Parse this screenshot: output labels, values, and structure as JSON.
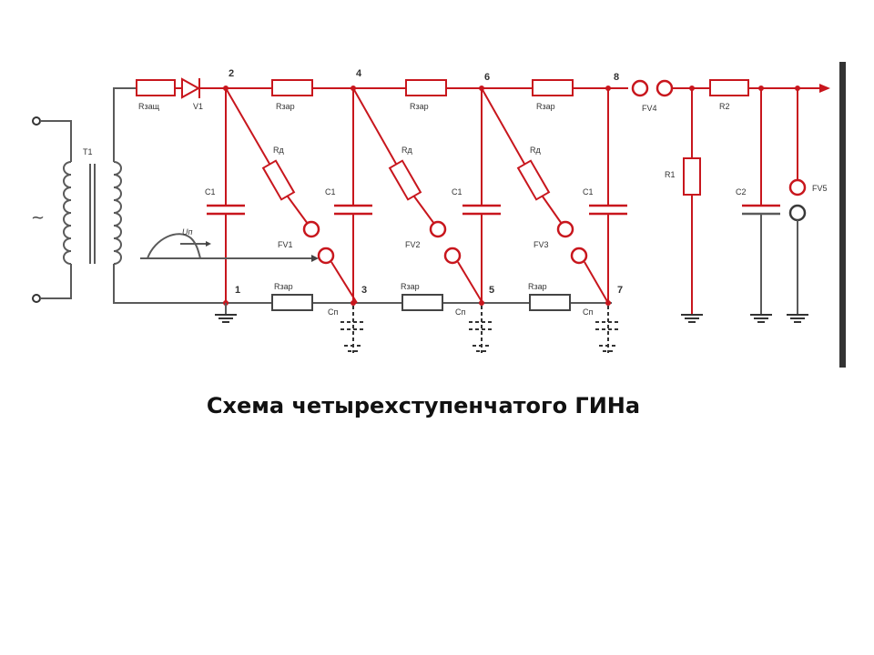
{
  "caption": "Схема четырехступенчатого ГИНа",
  "colors": {
    "circuit": "#c8161d",
    "neutral": "#5a5a5a",
    "text": "#111111"
  },
  "labels": {
    "t1": "T1",
    "ac": "~",
    "rzash": "Rзащ",
    "v1": "V1",
    "rzar": "Rзар",
    "rd": "Rд",
    "c1": "C1",
    "cp": "Cп",
    "fv1": "FV1",
    "fv2": "FV2",
    "fv3": "FV3",
    "fv4": "FV4",
    "fv5": "FV5",
    "r1": "R1",
    "r2": "R2",
    "c2": "C2",
    "up": "Uп",
    "n1": "1",
    "n2": "2",
    "n3": "3",
    "n4": "4",
    "n5": "5",
    "n6": "6",
    "n7": "7",
    "n8": "8"
  }
}
